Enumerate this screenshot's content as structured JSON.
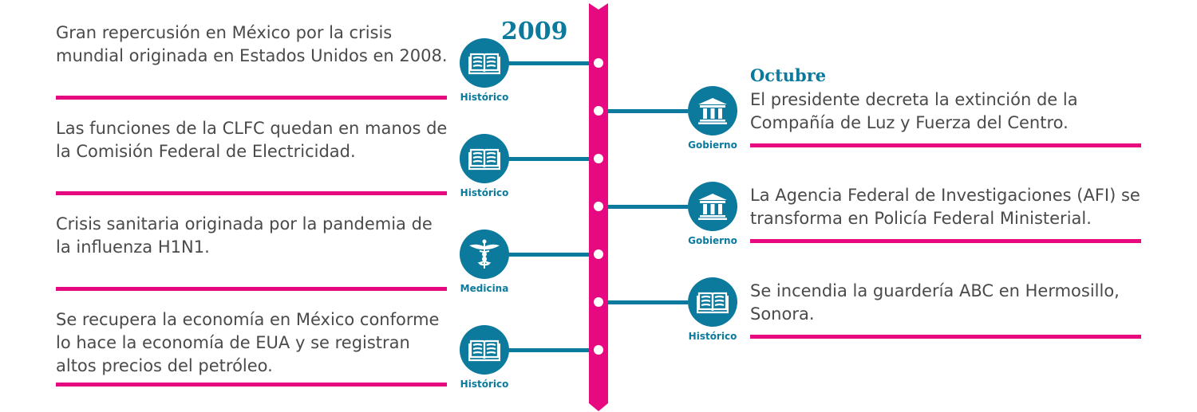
{
  "year": "2009",
  "colors": {
    "spine": "#e6097f",
    "accent": "#0b7a9c",
    "text": "#4a4a4a"
  },
  "left": [
    {
      "text": "Gran repercusión en México por la crisis mundial originada en Estados Unidos en 2008.",
      "category": "Histórico",
      "icon": "book-icon"
    },
    {
      "text": "Las funciones de la CLFC quedan en manos de la Comisión Federal de Electricidad.",
      "category": "Histórico",
      "icon": "book-icon"
    },
    {
      "text": "Crisis sanitaria originada por la pandemia de la influenza H1N1.",
      "category": "Medicina",
      "icon": "caduceus-icon"
    },
    {
      "text": "Se recupera la economía en México conforme lo hace la economía de EUA y se registran altos precios del petróleo.",
      "category": "Histórico",
      "icon": "book-icon"
    }
  ],
  "right": [
    {
      "month": "Octubre",
      "text": "El presidente decreta la extinción de la Compañía de Luz y Fuerza del Centro.",
      "category": "Gobierno",
      "icon": "government-building-icon"
    },
    {
      "text": "La Agencia Federal de Investigaciones (AFI) se transforma en Policía Federal Ministerial.",
      "category": "Gobierno",
      "icon": "government-building-icon"
    },
    {
      "text": "Se incendia la guardería ABC en Hermosillo, Sonora.",
      "category": "Histórico",
      "icon": "book-icon"
    }
  ]
}
